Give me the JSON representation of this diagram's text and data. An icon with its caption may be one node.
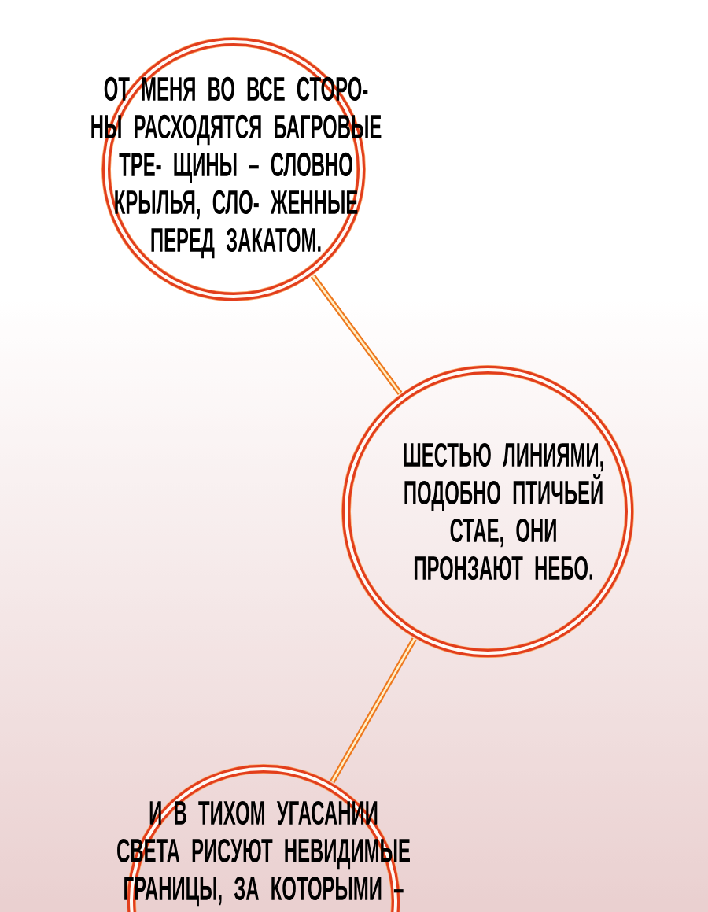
{
  "diagram": {
    "nodes": [
      {
        "text": [
          "ОТ МЕНЯ ВО ВСЕ СТОРО- НЫ РАСХОДЯТСЯ БАГРОВЫЕ ТРЕ- ЩИНЫ – СЛОВНО КРЫЛЬЯ, СЛО- ЖЕННЫЕ ПЕРЕД ЗАКАТОМ."
        ]
      },
      {
        "text": [
          "ШЕСТЬЮ ЛИНИЯМИ, ПОДОБНО ПТИЧЬЕЙ СТАЕ, ОНИ ПРОНЗАЮТ НЕБО."
        ]
      },
      {
        "text": [
          "И В ТИХОМ УГАСАНИИ СВЕТА РИСУЮТ НЕВИДИМЫЕ ГРАНИЦЫ, ЗА КОТОРЫМИ –"
        ]
      }
    ],
    "edges": [
      {
        "from": 0,
        "to": 1,
        "arrow": "none"
      },
      {
        "from": 1,
        "to": 2,
        "arrow": "none"
      }
    ]
  }
}
